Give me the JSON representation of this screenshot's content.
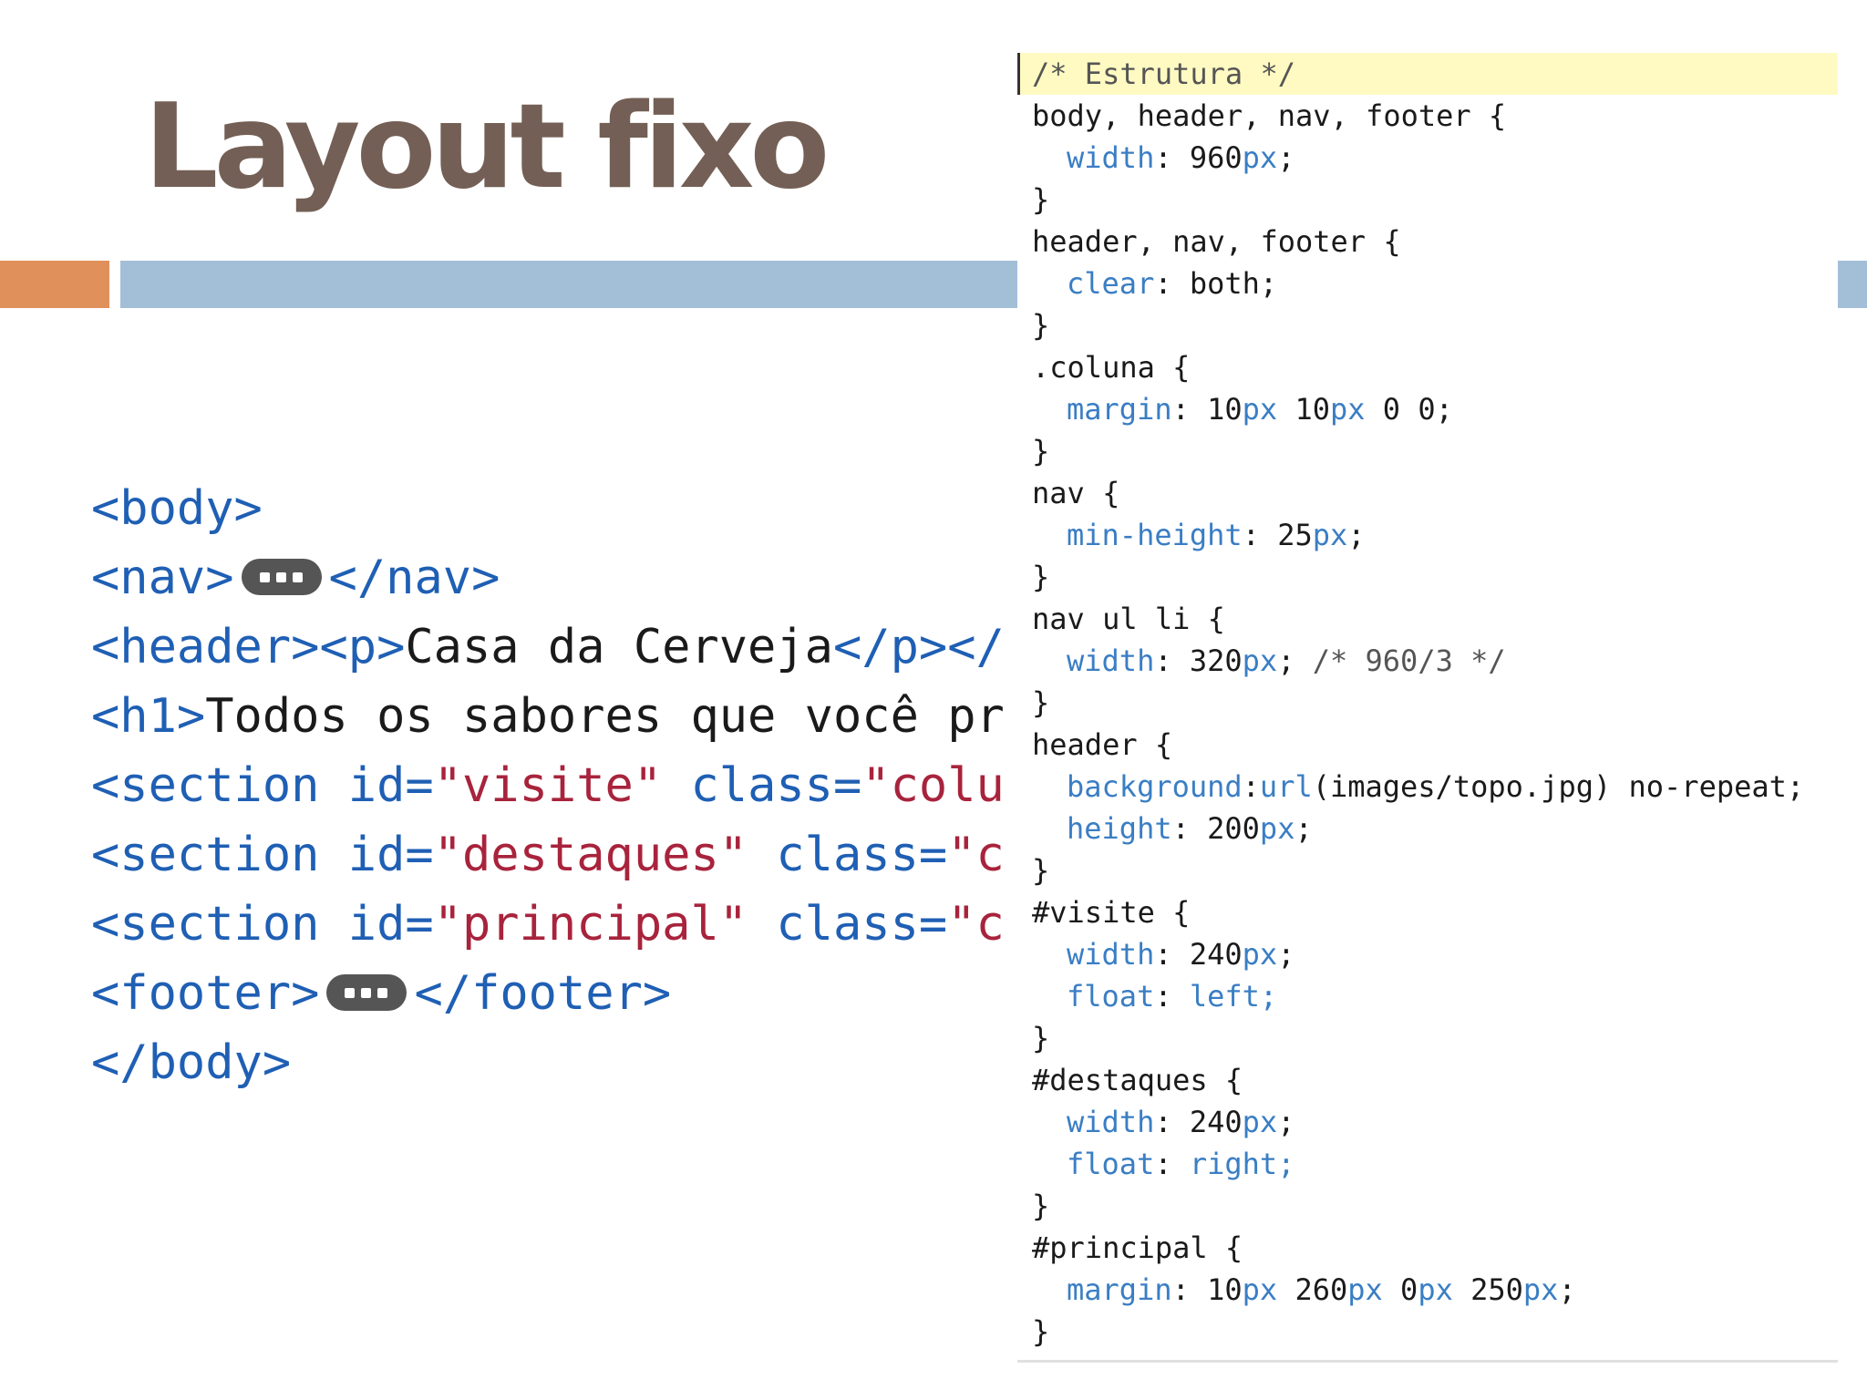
{
  "slide": {
    "title": "Layout fixo"
  },
  "html_code": {
    "line_body_open": "<body>",
    "nav_open": "<nav>",
    "nav_close": "</nav>",
    "header_open": "<header><p>",
    "header_text": "Casa da Cerveja",
    "header_tail": "</p></",
    "h1_open": "<h1>",
    "h1_text": "Todos os sabores que você pr",
    "section_tag": "<section ",
    "id_attr": "id=",
    "class_attr": "class=",
    "visite_id": "\"visite\"",
    "visite_class_cut": "\"colu",
    "destaques_id": "\"destaques\"",
    "destaques_class_cut": "\"c",
    "principal_id": "\"principal\"",
    "principal_class_cut": "\"c",
    "footer_open": "<footer>",
    "footer_close": "</footer>",
    "line_body_close": "</body>"
  },
  "css_code": {
    "comment": "/* Estrutura */",
    "sel1": "body, header, nav, footer {",
    "sel2": "header, nav, footer {",
    "sel3": ".coluna {",
    "sel4": "nav {",
    "sel5": "nav ul li {",
    "sel6": "header {",
    "sel7": "#visite {",
    "sel8": "#destaques {",
    "sel9": "#principal {",
    "close": "}",
    "p_width": "width",
    "p_clear": "clear",
    "p_margin": "margin",
    "p_minheight": "min-height",
    "p_background": "background",
    "p_height": "height",
    "p_float": "float",
    "v_960": "960",
    "v_both": "both;",
    "v_10a": "10",
    "v_10b": "10",
    "v_00": "0 0;",
    "v_25": "25",
    "v_320": "320",
    "c_960_3": "/* 960/3 */",
    "v_url_fn": "url",
    "v_url_arg": "(images/topo.jpg) no-repeat;",
    "v_200": "200",
    "v_240a": "240",
    "v_left": "left;",
    "v_240b": "240",
    "v_right": "right;",
    "v_m10": "10",
    "v_m260": "260",
    "v_m0": "0",
    "v_m250": "250",
    "unit_px": "px",
    "semi": ";",
    "colon": ": "
  }
}
